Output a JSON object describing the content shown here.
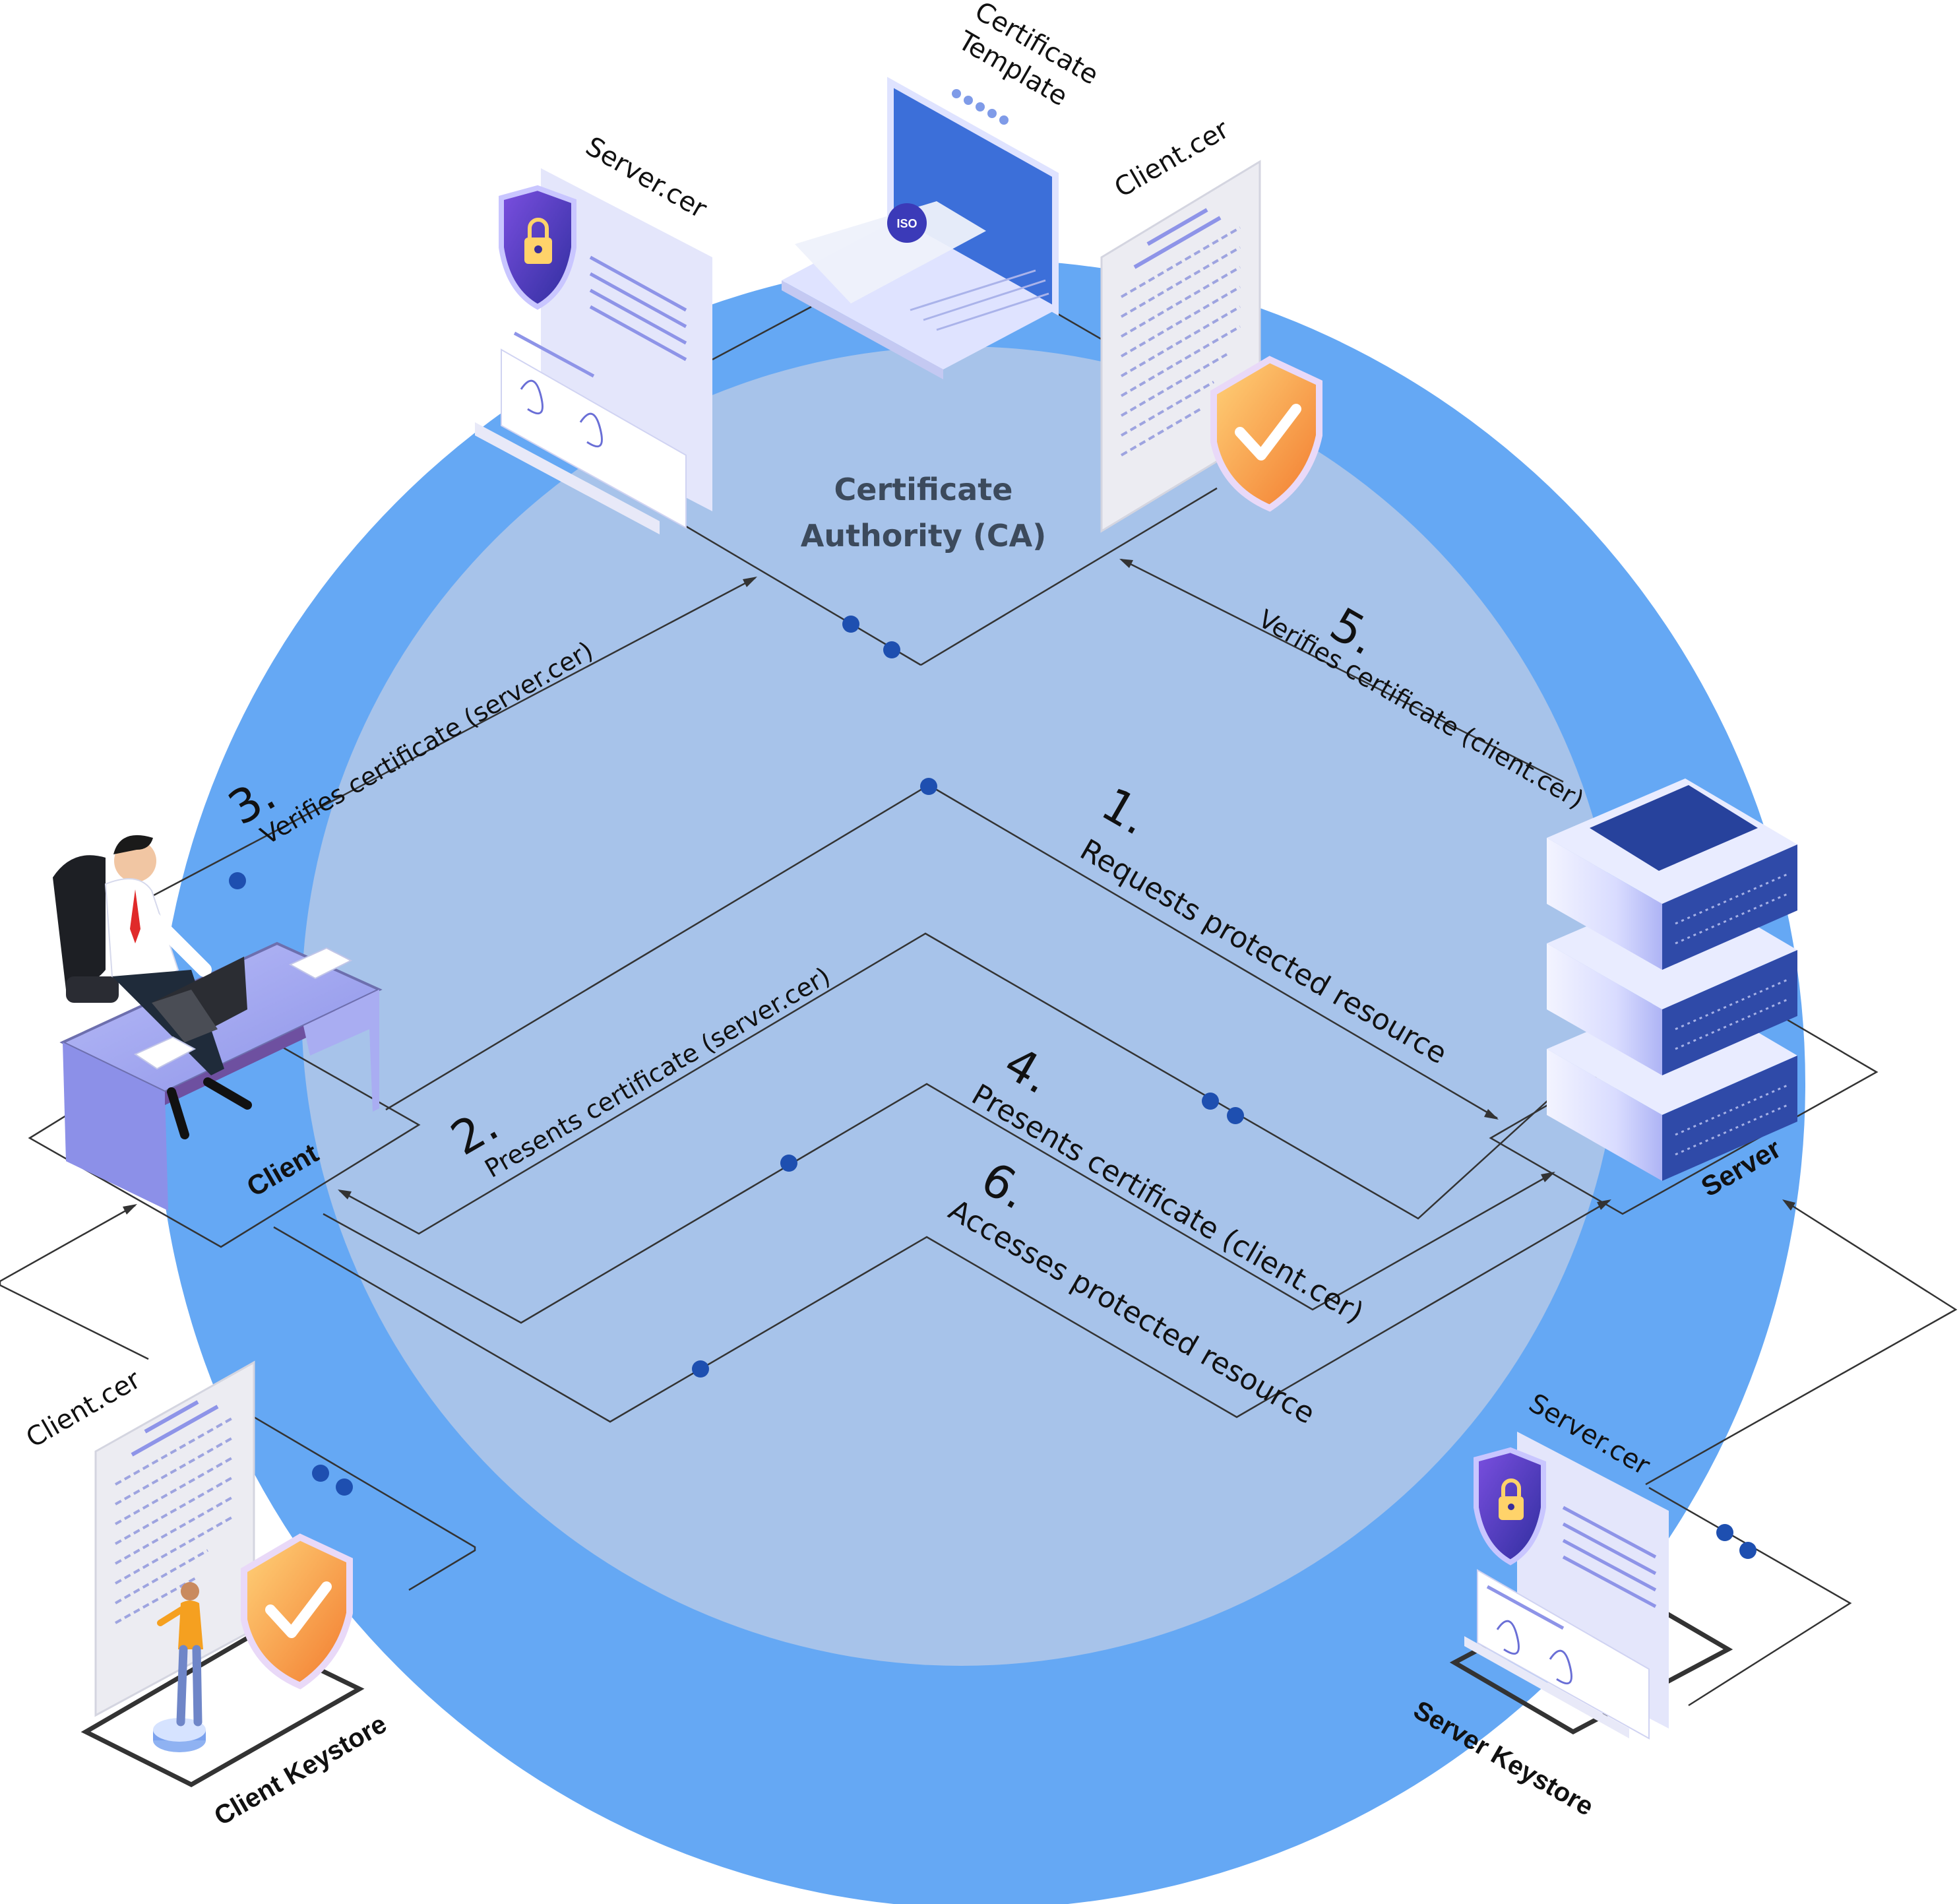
{
  "diagram": {
    "title": "Certificate Authority (CA)",
    "title_lines": [
      "Certificate",
      "Authority (CA)"
    ],
    "nodes": {
      "client": "Client",
      "server": "Server",
      "client_keystore": "Client Keystore",
      "server_keystore": "Server Keystore",
      "certificate_template_lines": [
        "Certificate",
        "Template"
      ],
      "ca_server_cer": "Server.cer",
      "ca_client_cer": "Client.cer",
      "keystore_client_cer": "Client.cer",
      "keystore_server_cer": "Server.cer"
    },
    "steps": [
      {
        "number": "1.",
        "label": "Requests protected resource"
      },
      {
        "number": "2.",
        "label": "Presents certificate (server.cer)"
      },
      {
        "number": "3.",
        "label": "Verifies certificate (server.cer)"
      },
      {
        "number": "4.",
        "label": "Presents certificate (client.cer)"
      },
      {
        "number": "5.",
        "label": "Verifies certificate (client.cer)"
      },
      {
        "number": "6.",
        "label": "Accesses protected resource"
      }
    ],
    "iso_badge": "ISO",
    "colors": {
      "outer_circle": "#65a8f4",
      "inner_circle": "#a7c3ea",
      "connector": "#333333",
      "dot": "#1e4fb0",
      "shield_orange": "#f8a04a",
      "shield_purple": "#5b3fc8"
    }
  }
}
